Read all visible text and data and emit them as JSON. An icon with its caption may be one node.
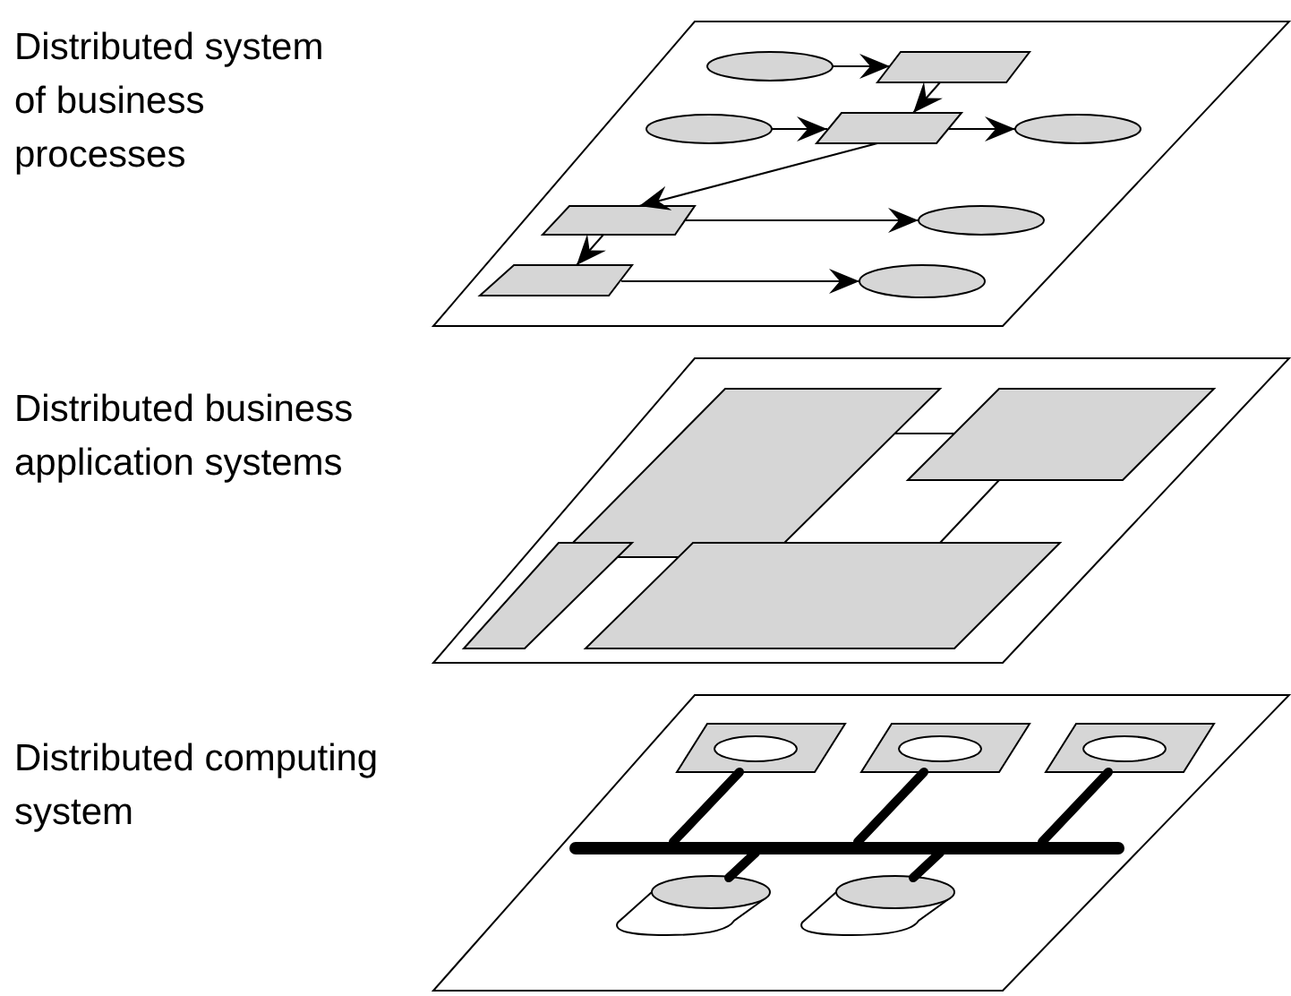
{
  "diagram": {
    "nodes": [
      {
        "text": [
          "Distributed system of business processes"
        ]
      },
      {
        "text": [],
        "shape": "ellipse",
        "in": 0
      },
      {
        "text": [],
        "shape": "parallelogram",
        "in": 0
      },
      {
        "text": [],
        "shape": "ellipse",
        "in": 0
      },
      {
        "text": [],
        "shape": "parallelogram",
        "in": 0
      },
      {
        "text": [],
        "shape": "ellipse",
        "in": 0
      },
      {
        "text": [],
        "shape": "parallelogram",
        "in": 0
      },
      {
        "text": [],
        "shape": "ellipse",
        "in": 0
      },
      {
        "text": [],
        "shape": "parallelogram",
        "in": 0
      },
      {
        "text": [],
        "shape": "ellipse",
        "in": 0
      },
      {
        "text": [
          "Distributed business application systems"
        ]
      },
      {
        "text": [],
        "shape": "parallelogram",
        "in": 10
      },
      {
        "text": [],
        "shape": "parallelogram",
        "in": 10
      },
      {
        "text": [],
        "shape": "parallelogram",
        "in": 10
      },
      {
        "text": [],
        "shape": "parallelogram",
        "in": 10
      },
      {
        "text": [
          "Distributed computing system"
        ]
      },
      {
        "text": [],
        "shape": "picture",
        "in": 15
      },
      {
        "text": [],
        "shape": "picture",
        "in": 15
      },
      {
        "text": [],
        "shape": "picture",
        "in": 15
      },
      {
        "text": [],
        "shape": "bar",
        "in": 15
      },
      {
        "text": [],
        "shape": "picture",
        "in": 15
      },
      {
        "text": [],
        "shape": "picture",
        "in": 15
      }
    ],
    "edges": [
      {
        "from": 1,
        "to": 2,
        "arrow": "to"
      },
      {
        "from": 2,
        "to": 4,
        "arrow": "to"
      },
      {
        "from": 3,
        "to": 4,
        "arrow": "to"
      },
      {
        "from": 4,
        "to": 5,
        "arrow": "to"
      },
      {
        "from": 4,
        "to": 6,
        "arrow": "to"
      },
      {
        "from": 6,
        "to": 7,
        "arrow": "to"
      },
      {
        "from": 6,
        "to": 8,
        "arrow": "to"
      },
      {
        "from": 8,
        "to": 9,
        "arrow": "to"
      },
      {
        "from": 11,
        "to": 12,
        "arrow": "none"
      },
      {
        "from": 12,
        "to": 14,
        "arrow": "none"
      },
      {
        "from": 16,
        "to": 19,
        "arrow": "none",
        "style": "thick"
      },
      {
        "from": 17,
        "to": 19,
        "arrow": "none",
        "style": "thick"
      },
      {
        "from": 18,
        "to": 19,
        "arrow": "none",
        "style": "thick"
      },
      {
        "from": 19,
        "to": 20,
        "arrow": "none",
        "style": "thick"
      },
      {
        "from": 19,
        "to": 21,
        "arrow": "none",
        "style": "thick"
      }
    ]
  }
}
